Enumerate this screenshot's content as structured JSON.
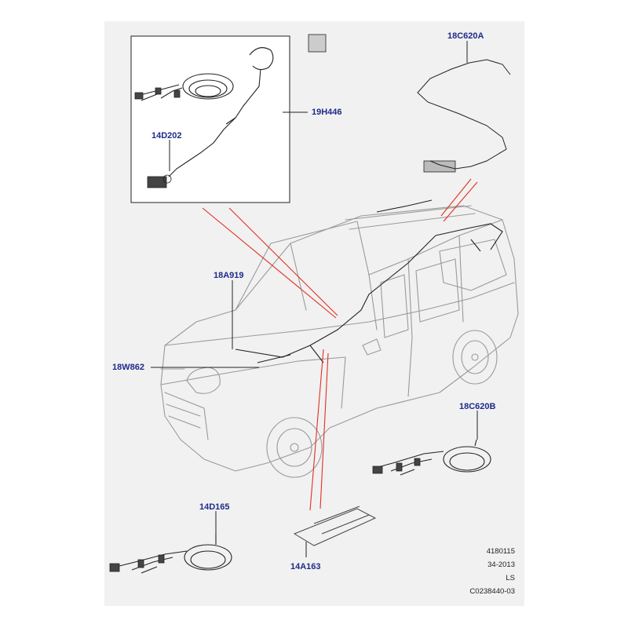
{
  "diagram": {
    "colors": {
      "background": "#f1f1f1",
      "label": "#1f2a8a",
      "leader_red": "#e03020",
      "outline": "#9a9a9a",
      "wire": "#222222"
    },
    "parts": [
      {
        "id": "part-18c620a",
        "label": "18C620A"
      },
      {
        "id": "part-19h446",
        "label": "19H446"
      },
      {
        "id": "part-14d202",
        "label": "14D202"
      },
      {
        "id": "part-18a919",
        "label": "18A919"
      },
      {
        "id": "part-18w862",
        "label": "18W862"
      },
      {
        "id": "part-18c620b",
        "label": "18C620B"
      },
      {
        "id": "part-14d165",
        "label": "14D165"
      },
      {
        "id": "part-14a163",
        "label": "14A163"
      }
    ],
    "meta": {
      "ref": "4180115",
      "date_code": "34-2013",
      "market": "LS",
      "drawing_no": "C0238440-03"
    }
  }
}
